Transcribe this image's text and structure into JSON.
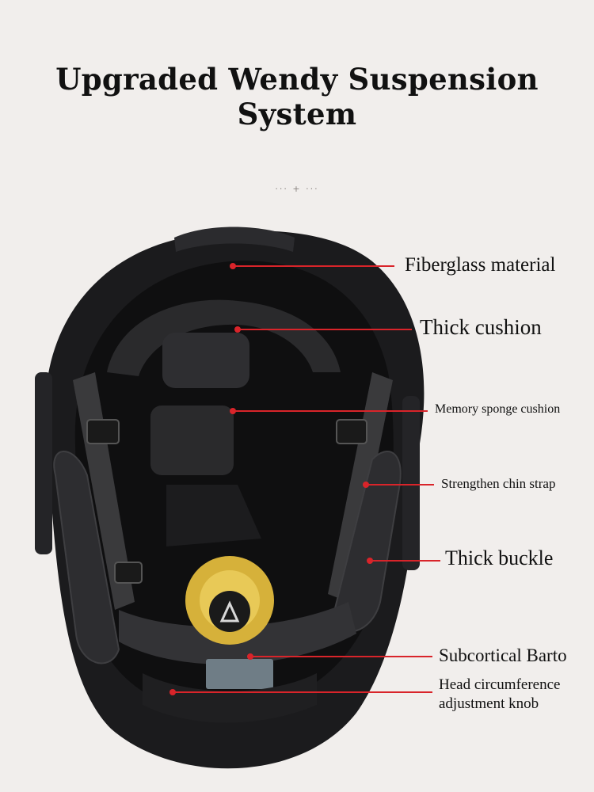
{
  "title": "Upgraded Wendy Suspension System",
  "ornament": "··· + ···",
  "colors": {
    "background": "#f1eeec",
    "leader_line": "#d9242a",
    "helmet_shell": "#1b1b1d",
    "pad": "#2a2a2c"
  },
  "callouts": [
    {
      "label": "Fiberglass material"
    },
    {
      "label": "Thick cushion"
    },
    {
      "label": "Memory sponge cushion"
    },
    {
      "label": "Strengthen chin strap"
    },
    {
      "label": "Thick buckle"
    },
    {
      "label": "Subcortical Barto"
    },
    {
      "label": "Head circumference adjustment knob"
    }
  ]
}
